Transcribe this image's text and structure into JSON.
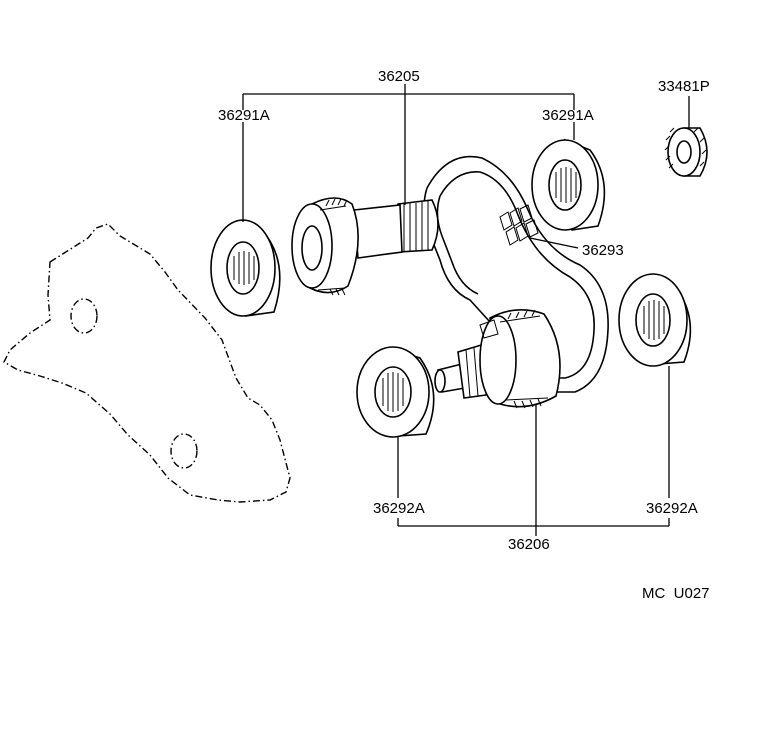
{
  "labels": {
    "p36205": "36205",
    "p36291A_left": "36291A",
    "p36291A_right": "36291A",
    "p33481P": "33481P",
    "p36293": "36293",
    "p36292A_left": "36292A",
    "p36292A_right": "36292A",
    "p36206": "36206",
    "code": "MC  U027"
  }
}
